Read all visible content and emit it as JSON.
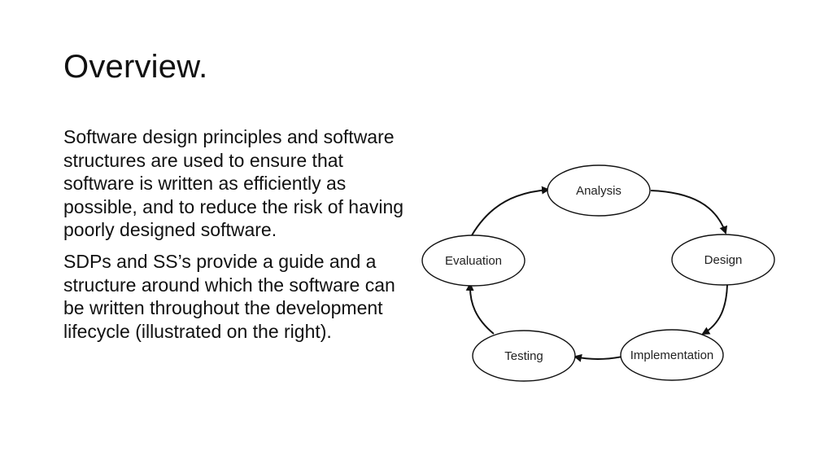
{
  "slide": {
    "title": "Overview.",
    "paragraphs": [
      "Software design principles and software structures are used to ensure that software is written as efficiently as possible, and to reduce the risk of having poorly designed software.",
      "SDPs and SS’s provide a guide and a structure around which the software can be written throughout the development lifecycle (illustrated on the right)."
    ]
  },
  "diagram": {
    "nodes": {
      "analysis": "Analysis",
      "design": "Design",
      "implementation": "Implementation",
      "testing": "Testing",
      "evaluation": "Evaluation"
    },
    "cycle_order": [
      "Analysis",
      "Design",
      "Implementation",
      "Testing",
      "Evaluation"
    ]
  }
}
